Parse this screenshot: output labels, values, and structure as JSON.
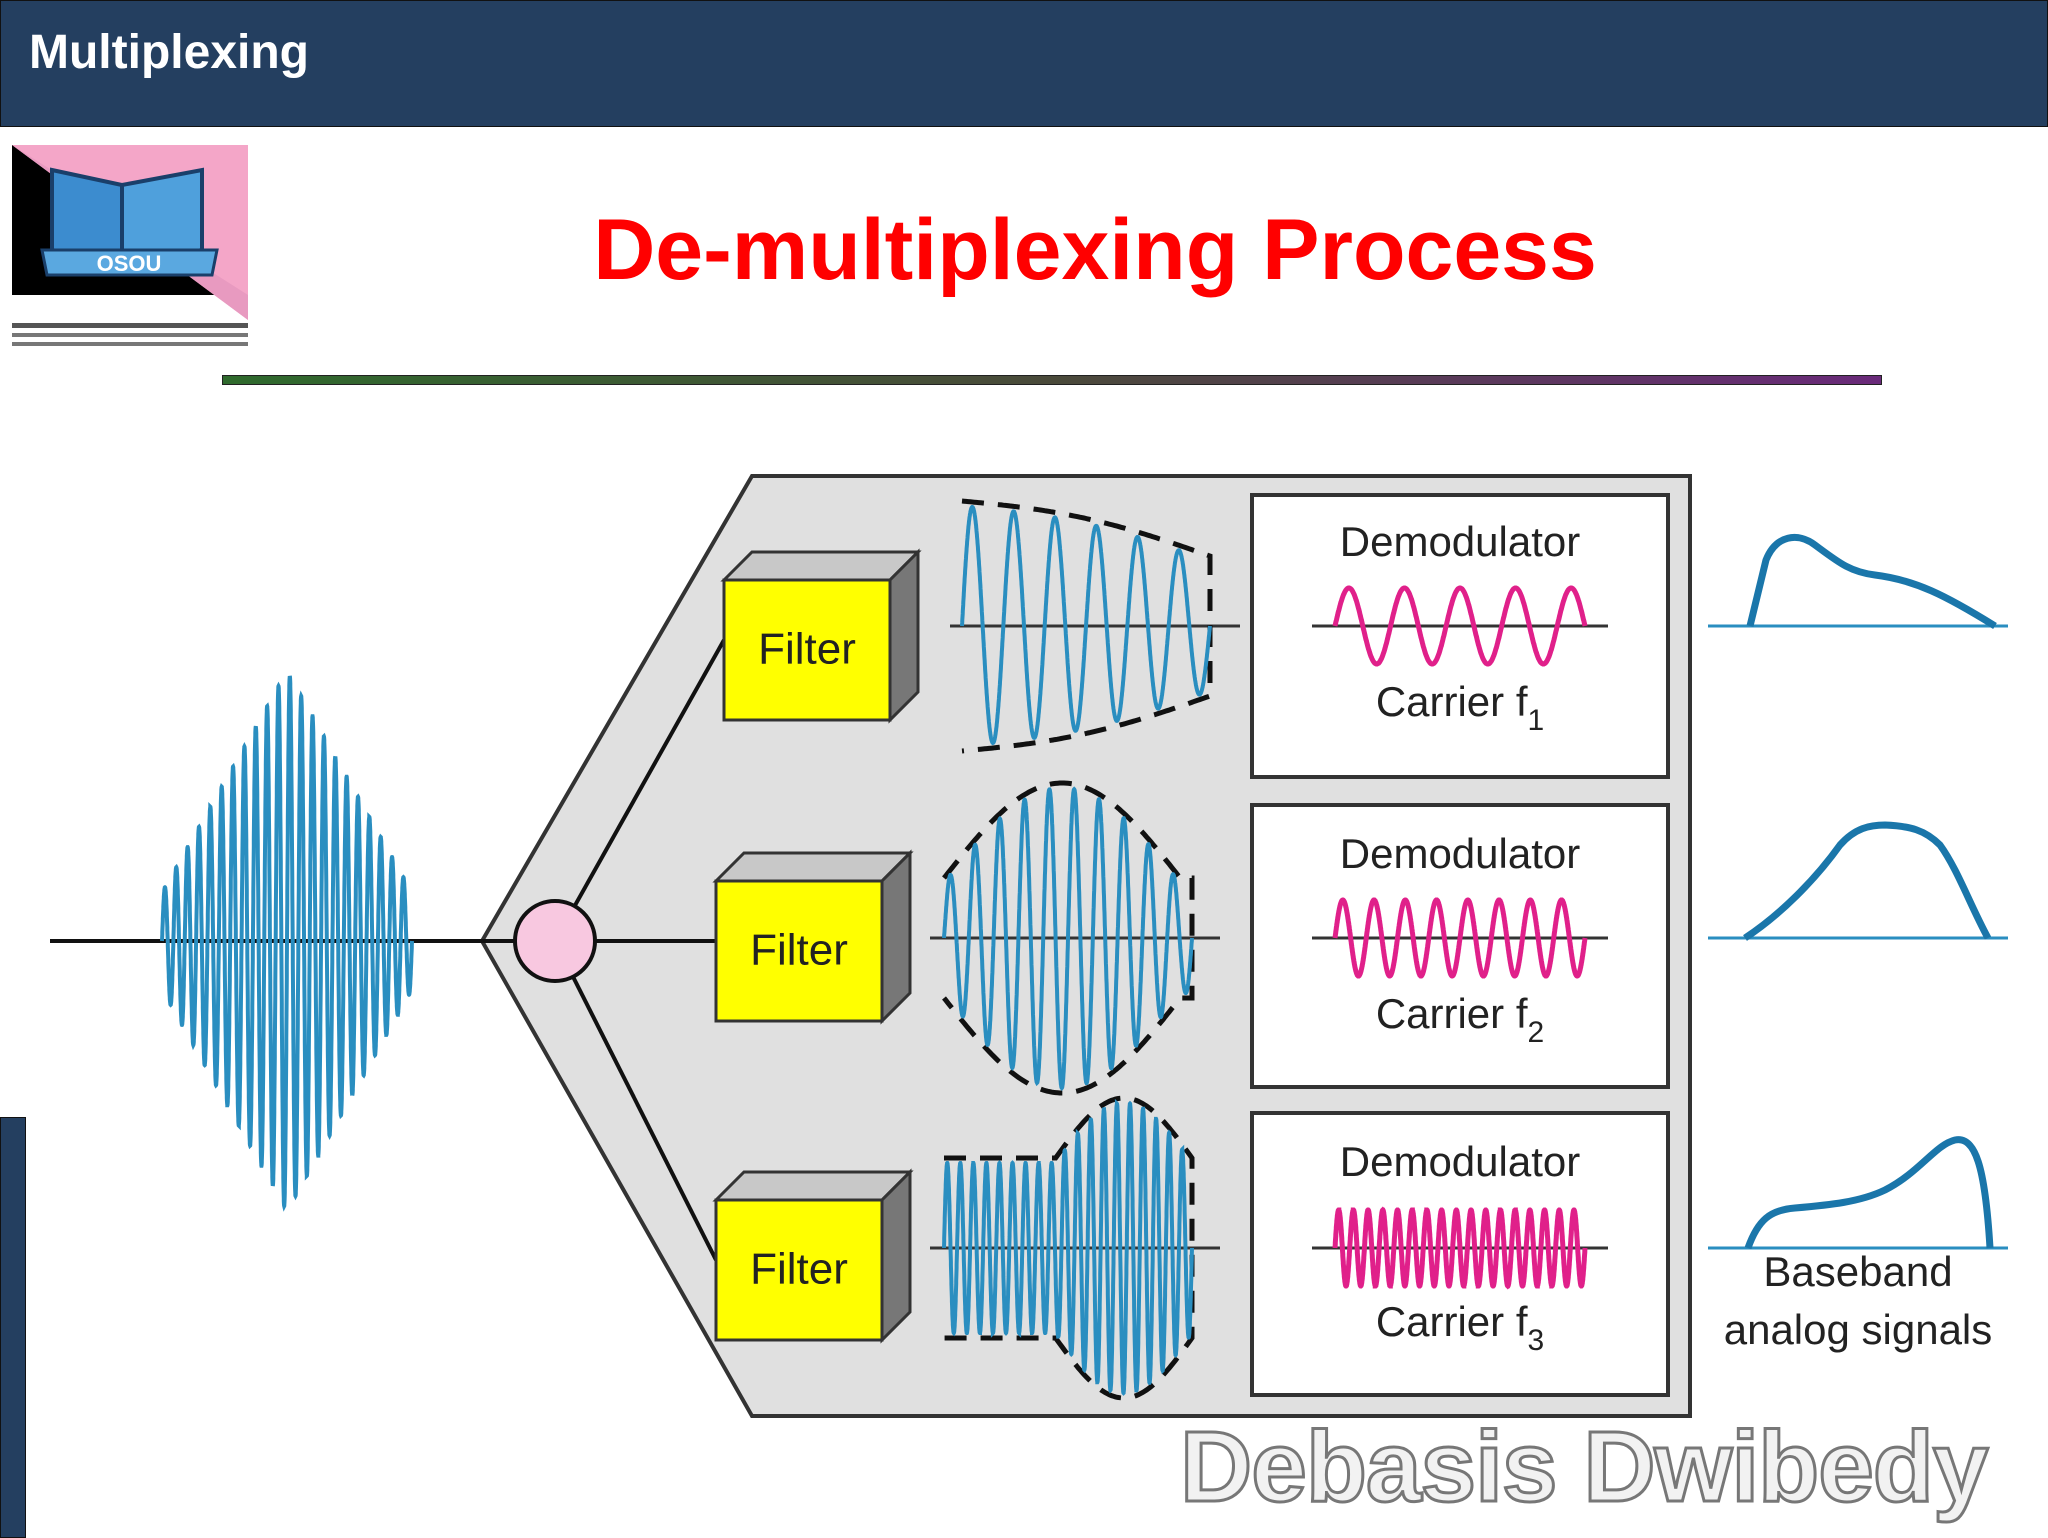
{
  "header": {
    "title": "Multiplexing"
  },
  "slide": {
    "title": "De-multiplexing Process"
  },
  "logo": {
    "text": "OSOU"
  },
  "diagram": {
    "filters": [
      {
        "label": "Filter"
      },
      {
        "label": "Filter"
      },
      {
        "label": "Filter"
      }
    ],
    "demodulators": [
      {
        "title": "Demodulator",
        "carrier_label": "Carrier f",
        "carrier_sub": "1"
      },
      {
        "title": "Demodulator",
        "carrier_label": "Carrier f",
        "carrier_sub": "2"
      },
      {
        "title": "Demodulator",
        "carrier_label": "Carrier f",
        "carrier_sub": "3"
      }
    ],
    "output_label_line1": "Baseband",
    "output_label_line2": "analog signals"
  },
  "watermark": {
    "text": "Debasis Dwibedy"
  },
  "colors": {
    "header_bg": "#243f60",
    "title_red": "#ff0000",
    "signal_blue": "#2a8ec0",
    "carrier_pink": "#e0208a",
    "filter_yellow": "#ffff00",
    "panel_gray": "#e0e0e0",
    "splitter_pink": "#f8c8e0"
  }
}
